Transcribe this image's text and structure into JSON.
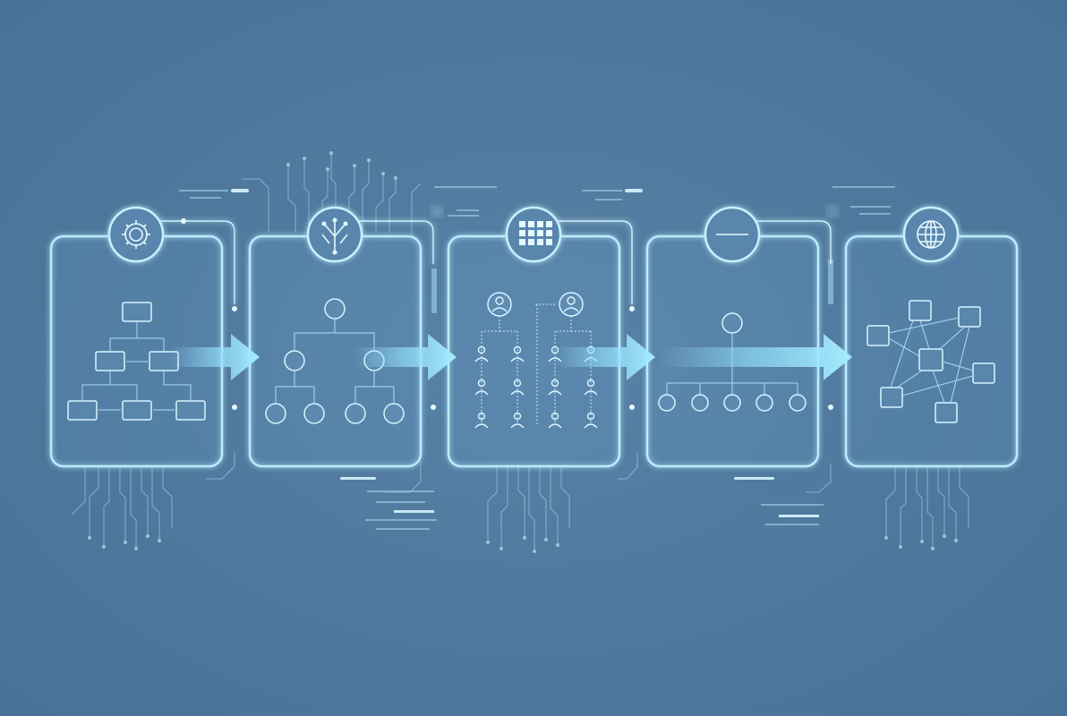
{
  "diagram": {
    "stages": [
      {
        "id": 1,
        "icon": "gear-icon",
        "diagram_type": "flowchart"
      },
      {
        "id": 2,
        "icon": "branching-icon",
        "diagram_type": "tree"
      },
      {
        "id": 3,
        "icon": "grid-icon",
        "diagram_type": "team-groups"
      },
      {
        "id": 4,
        "icon": "minus-icon",
        "diagram_type": "flat-hierarchy"
      },
      {
        "id": 5,
        "icon": "globe-icon",
        "diagram_type": "network"
      }
    ],
    "colors": {
      "background": "#4f789c",
      "line": "#cdf2ff",
      "arrow": "#8fdcf8",
      "frame": "#b9ecff"
    }
  }
}
